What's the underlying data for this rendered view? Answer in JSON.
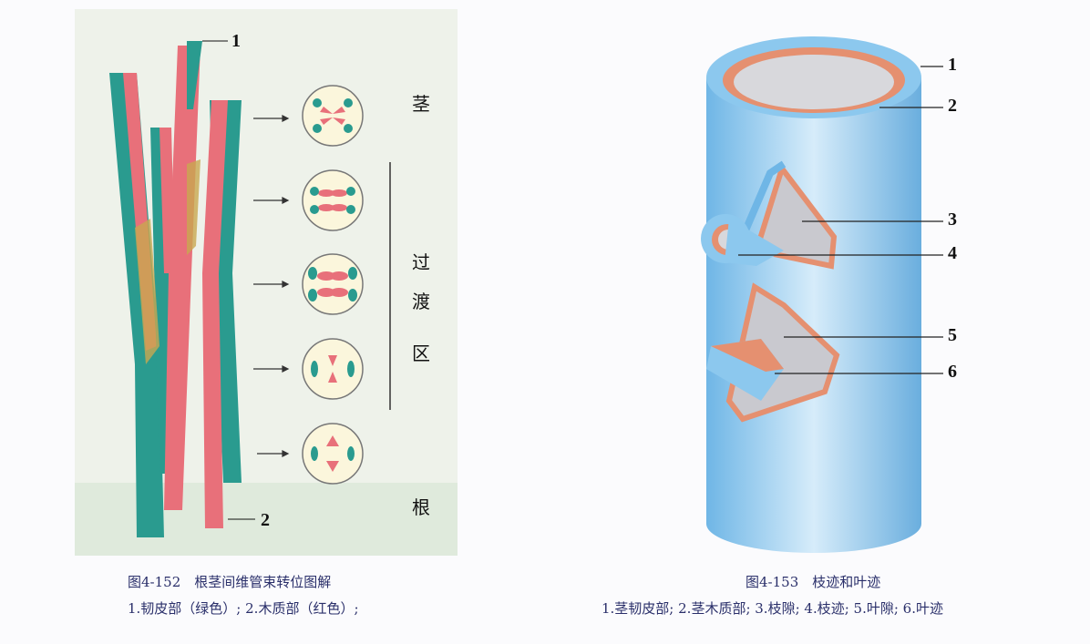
{
  "figure_left": {
    "title": "图4-152　根茎间维管束转位图解",
    "legend": "1.韧皮部（绿色）; 2.木质部（红色）;",
    "callouts": [
      "1",
      "2"
    ],
    "region_labels": {
      "stem": "茎",
      "transition": [
        "过",
        "渡",
        "区"
      ],
      "root": "根"
    },
    "colors": {
      "phloem": "#2a9b8f",
      "xylem": "#e8707a",
      "background": "#eef2ea"
    }
  },
  "figure_right": {
    "title": "图4-153　枝迹和叶迹",
    "legend": "1.茎韧皮部; 2.茎木质部; 3.枝隙; 4.枝迹; 5.叶隙; 6.叶迹",
    "callouts": [
      "1",
      "2",
      "3",
      "4",
      "5",
      "6"
    ],
    "colors": {
      "cylinder": "#8cc8ee",
      "xylem": "#e59070",
      "gap": "#c9c9cf"
    }
  }
}
